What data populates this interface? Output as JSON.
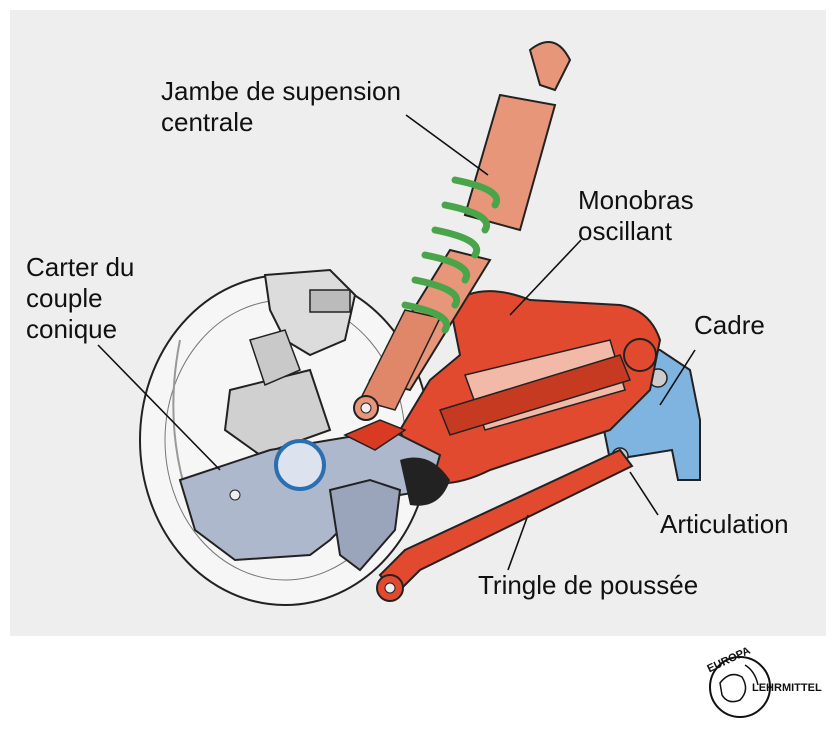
{
  "labels": {
    "jambe": [
      "Jambe de supension",
      "centrale"
    ],
    "monobras": [
      "Monobras",
      "oscillant"
    ],
    "carter": [
      "Carter du",
      "couple",
      "conique"
    ],
    "cadre": "Cadre",
    "articulation": "Articulation",
    "tringle": "Tringle de poussée"
  },
  "logo": {
    "top": "EUROPA",
    "bottom": "LEHRMITTEL"
  },
  "colors": {
    "panel": "#eeeeee",
    "shock_body": "#e8967a",
    "spring": "#4aa54a",
    "swingarm": "#e24a30",
    "frame": "#7fb3e0",
    "housing": "#aeb8cc",
    "disc": "#f4f4f4"
  }
}
